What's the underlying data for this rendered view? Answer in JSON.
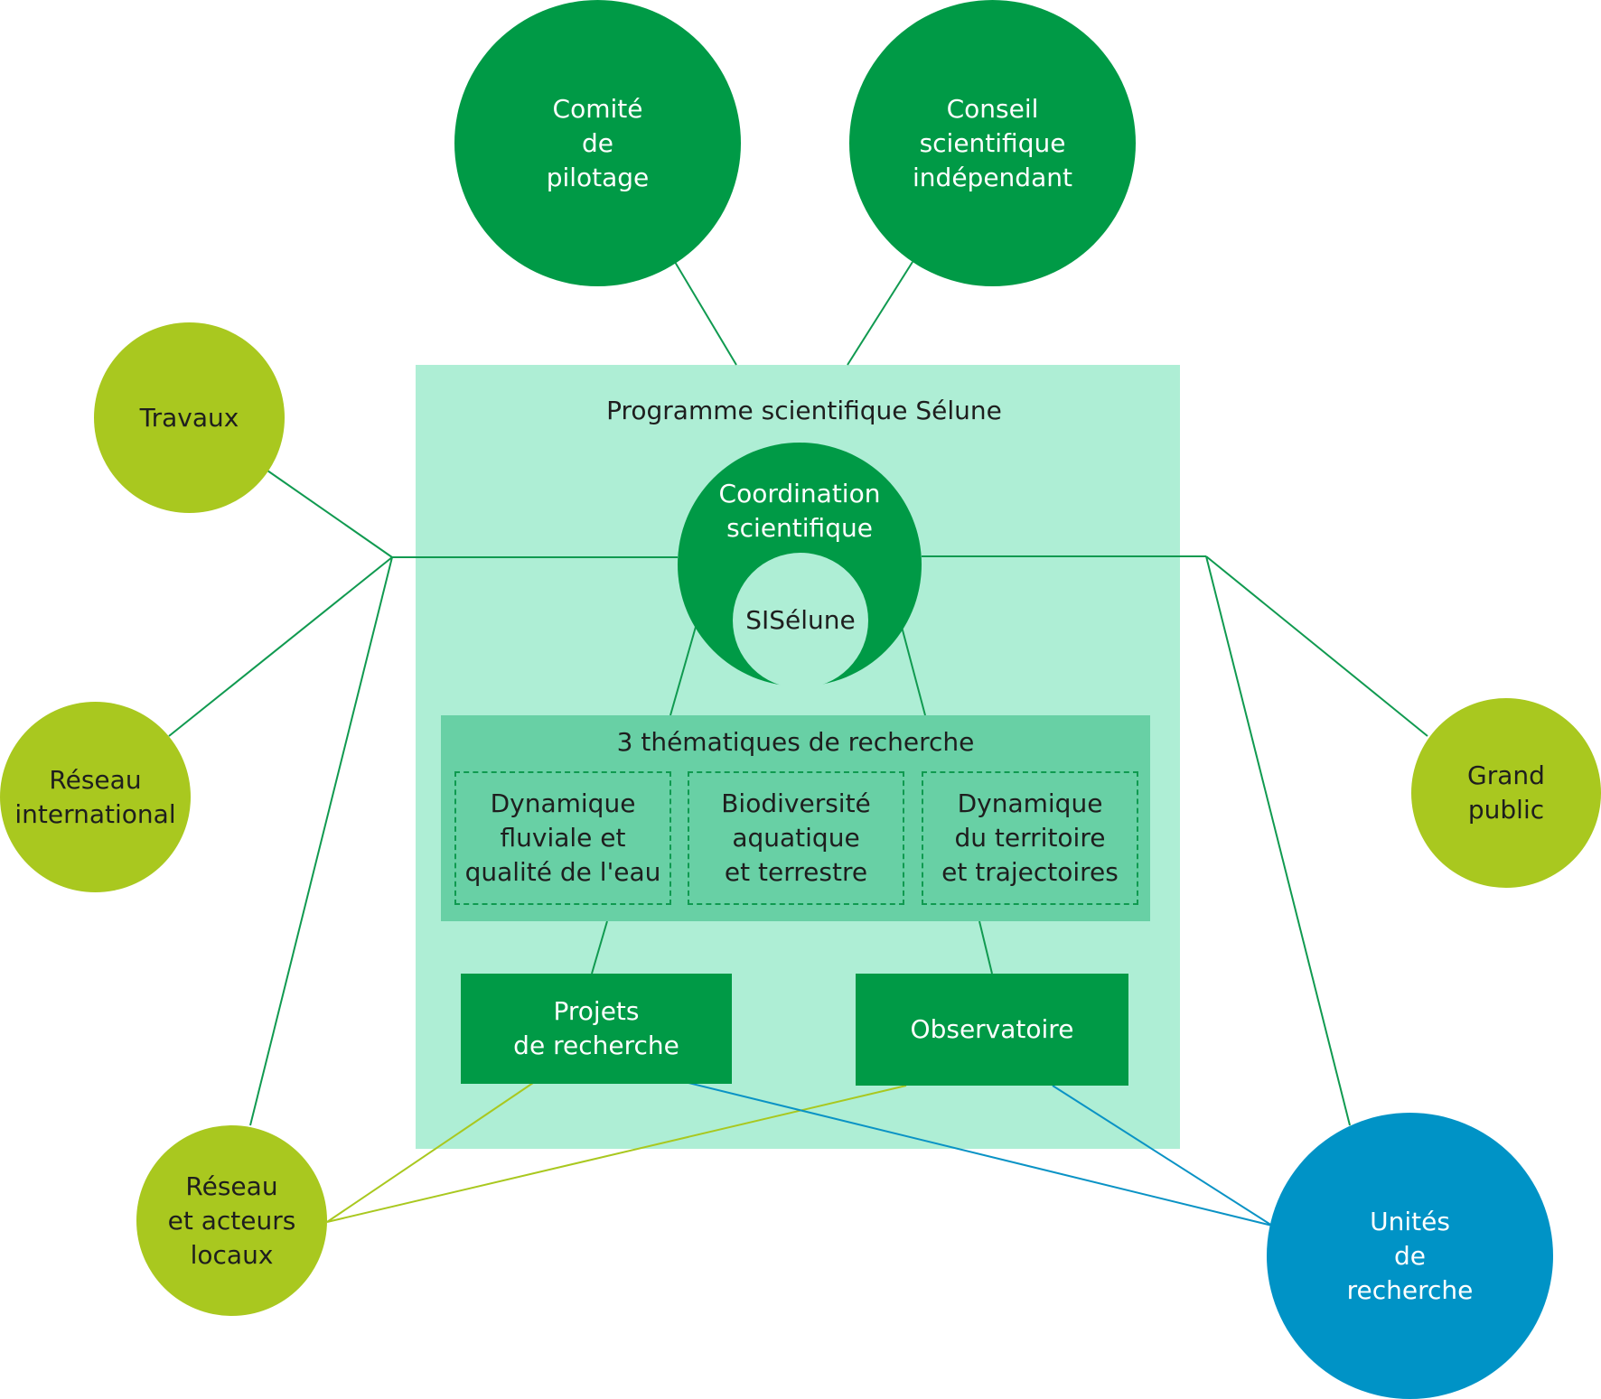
{
  "colors": {
    "dark_green": "#009a46",
    "lime": "#a9c81f",
    "blue": "#0093c6",
    "program_bg": "#aeeed5",
    "themes_bg": "#68d0a5",
    "line_green": "#109a50",
    "line_lime": "#a9c81f",
    "line_blue": "#0a93c5"
  },
  "top": {
    "comite": [
      "Comité",
      "de",
      "pilotage"
    ],
    "conseil": [
      "Conseil",
      "scientifique",
      "indépendant"
    ]
  },
  "program": {
    "title": "Programme scientifique Sélune",
    "coordination": [
      "Coordination",
      "scientifique"
    ],
    "sis": "SISélune",
    "themes_title": "3 thématiques de recherche",
    "themes": [
      [
        "Dynamique",
        "fluviale et",
        "qualité de l'eau"
      ],
      [
        "Biodiversité",
        "aquatique",
        "et terrestre"
      ],
      [
        "Dynamique",
        "du territoire",
        "et trajectoires"
      ]
    ],
    "projets": [
      "Projets",
      "de recherche"
    ],
    "observatoire": "Observatoire"
  },
  "left": {
    "travaux": "Travaux",
    "reseau_international": [
      "Réseau",
      "international"
    ],
    "reseau_local": [
      "Réseau",
      "et acteurs",
      "locaux"
    ]
  },
  "right": {
    "grand_public": [
      "Grand",
      "public"
    ],
    "unites": [
      "Unités",
      "de",
      "recherche"
    ]
  }
}
